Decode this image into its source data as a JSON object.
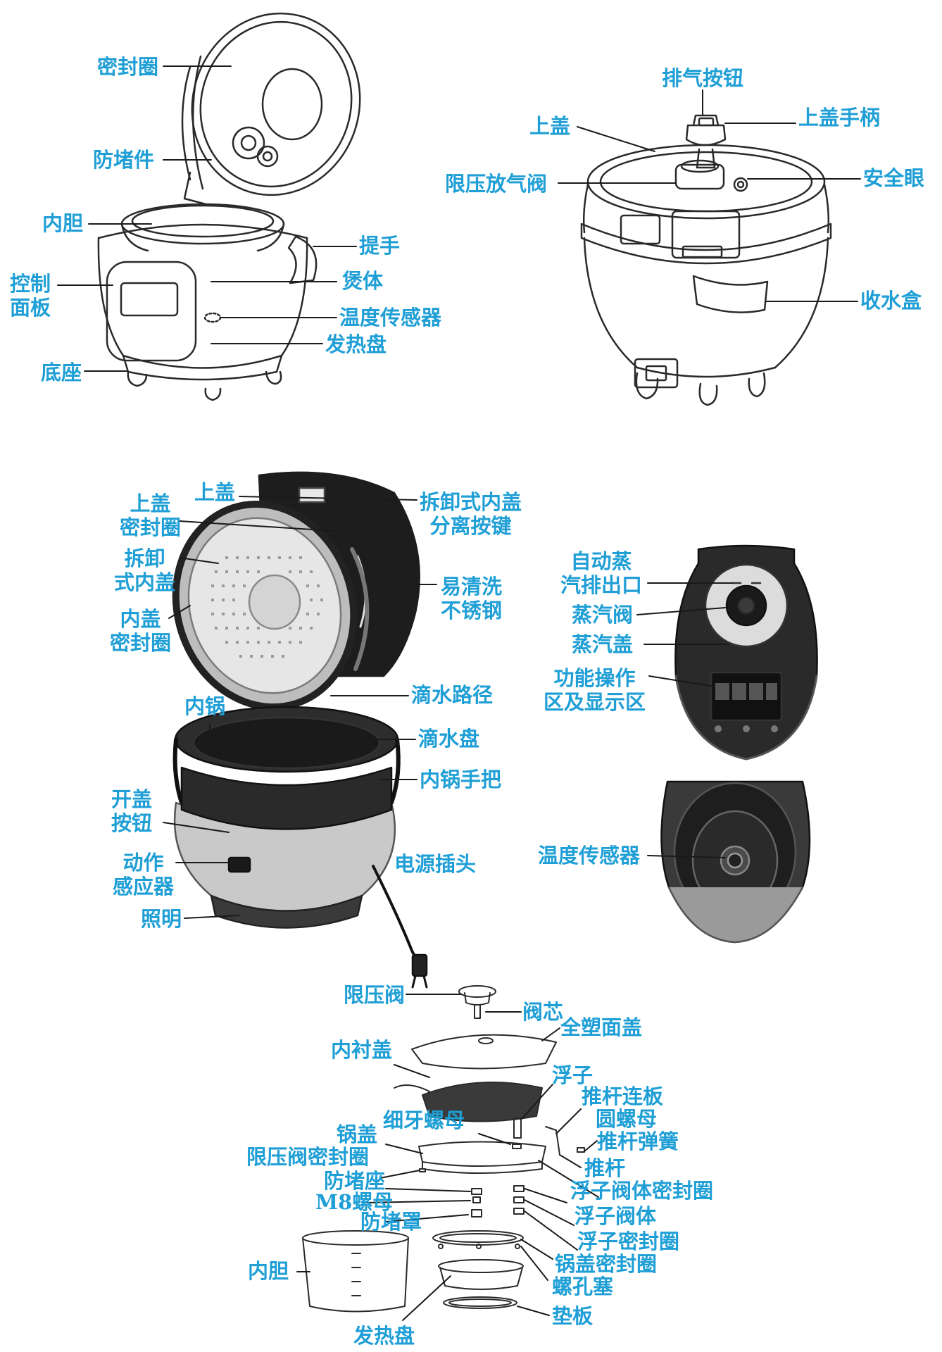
{
  "colors": {
    "label": "#1f9fd6",
    "line": "#1a1a1a",
    "device": "#2a2a2a"
  },
  "panels": {
    "rice_cooker": {
      "labels": [
        "密封圈",
        "防堵件",
        "内胆",
        "控制\n面板",
        "底座",
        "提手",
        "煲体",
        "温度传感器",
        "发热盘"
      ]
    },
    "pressure_cooker": {
      "labels": [
        "排气按钮",
        "上盖",
        "上盖手柄",
        "限压放气阀",
        "安全眼",
        "收水盒"
      ]
    },
    "ih_cooker_open": {
      "labels": [
        "上盖",
        "上盖\n密封圈",
        "拆卸\n式内盖",
        "内盖\n密封圈",
        "拆卸式内盖\n分离按键",
        "易清洗\n不锈钢",
        "滴水路径",
        "内锅",
        "滴水盘",
        "内锅手把",
        "开盖\n按钮",
        "动作\n感应器",
        "电源插头",
        "照明"
      ]
    },
    "ih_cooker_top": {
      "labels": [
        "自动蒸\n汽排出口",
        "蒸汽阀",
        "蒸汽盖",
        "功能操作\n区及显示区"
      ]
    },
    "ih_cooker_inner": {
      "labels": [
        "温度传感器"
      ]
    },
    "exploded_view": {
      "labels": [
        "限压阀",
        "阀芯",
        "全塑面盖",
        "内衬盖",
        "浮子",
        "推杆连板",
        "细牙螺母",
        "圆螺母",
        "锅盖",
        "推杆弹簧",
        "限压阀密封圈",
        "推杆",
        "防堵座",
        "浮子阀体密封圈",
        "M8螺母",
        "浮子阀体",
        "防堵罩",
        "浮子密封圈",
        "锅盖密封圈",
        "内胆",
        "螺孔塞",
        "发热盘",
        "垫板"
      ]
    }
  }
}
